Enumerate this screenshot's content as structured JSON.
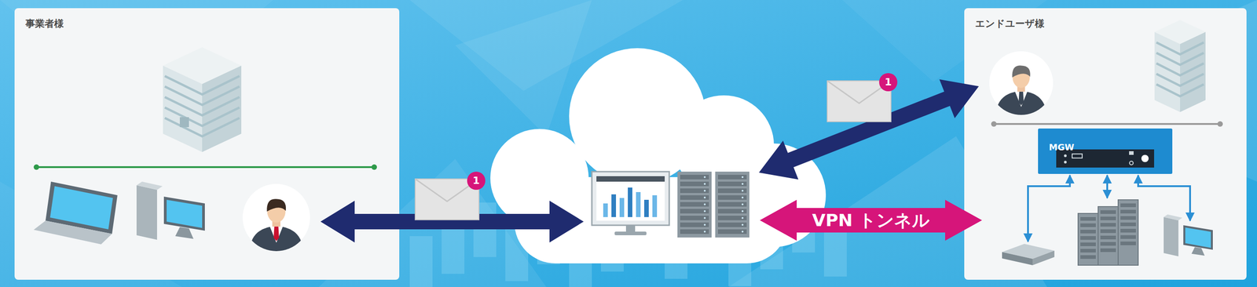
{
  "diagram": {
    "nodes": [
      {
        "text": [
          "事業者様"
        ]
      },
      {
        "text": [
          "VPN トンネル"
        ]
      },
      {
        "text": [
          "エンドユーザ様"
        ]
      },
      {
        "text": [
          "MGW"
        ],
        "in": 2
      }
    ],
    "labels": [
      "1",
      "1"
    ]
  }
}
